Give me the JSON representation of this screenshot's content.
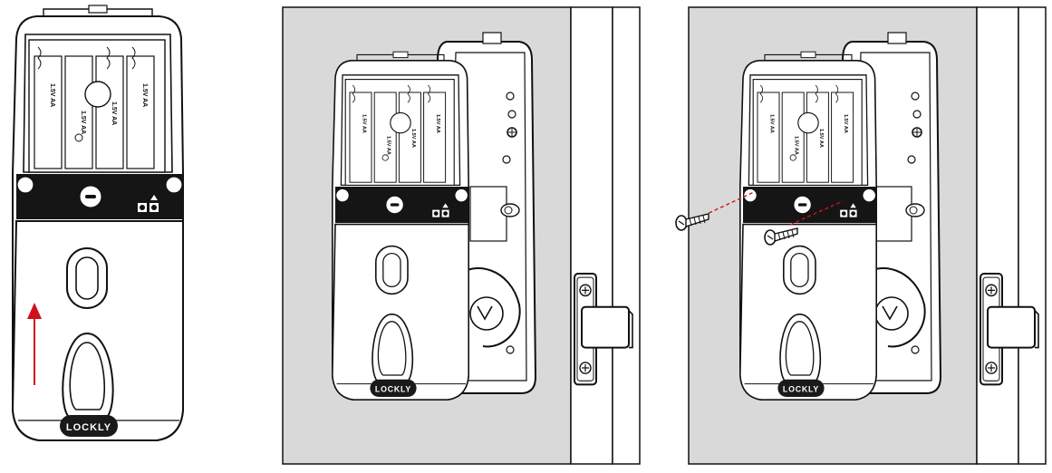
{
  "panels": [
    {
      "id": "step-1",
      "logo_text": "LOCKLY",
      "battery_labels": [
        "1.5V AA",
        "1.5V AA",
        "1.5V AA",
        "1.5V AA"
      ],
      "show_arrow": true,
      "show_door": false,
      "show_screws": false
    },
    {
      "id": "step-2",
      "logo_text": "LOCKLY",
      "battery_labels": [
        "1.5V AA",
        "1.5V AA",
        "1.5V AA",
        "1.5V AA"
      ],
      "show_arrow": false,
      "show_door": true,
      "show_screws": false
    },
    {
      "id": "step-3",
      "logo_text": "LOCKLY",
      "battery_labels": [
        "1.5V AA",
        "1.5V AA",
        "1.5V AA",
        "1.5V AA"
      ],
      "show_arrow": false,
      "show_door": true,
      "show_screws": true
    }
  ],
  "colors": {
    "door_face": "#d9d9d9",
    "outline": "#111111",
    "black_band": "#151515",
    "arrow": "#d0101c",
    "screw_guide": "#d0101c",
    "logo_badge": "#1a1a1a"
  },
  "icons": [
    "up-arrow-icon",
    "screw-icon",
    "lock-logo-icon",
    "battery-icon",
    "keyhole-icon"
  ]
}
